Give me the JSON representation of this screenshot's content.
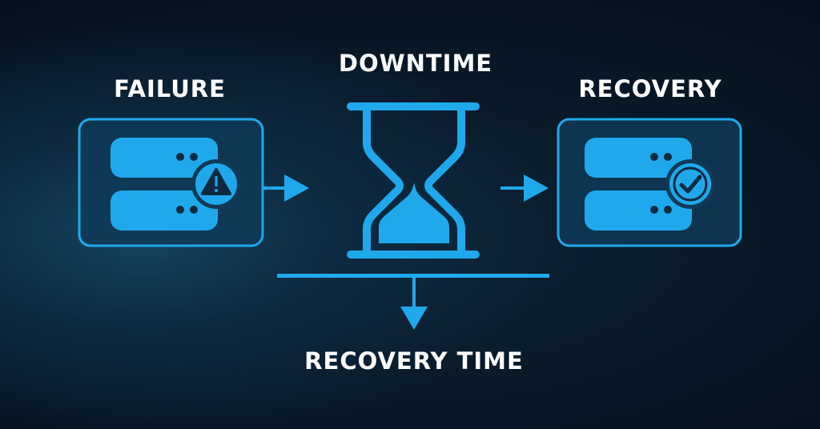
{
  "labels": {
    "failure": "FAILURE",
    "downtime": "DOWNTIME",
    "recovery": "RECOVERY",
    "recovery_time": "RECOVERY TIME"
  },
  "icons": [
    "server-warning-icon",
    "hourglass-icon",
    "server-check-icon"
  ],
  "colors": {
    "accent": "#1fa9ec",
    "box_fill": "#0f3a57",
    "background": "#07121f"
  }
}
